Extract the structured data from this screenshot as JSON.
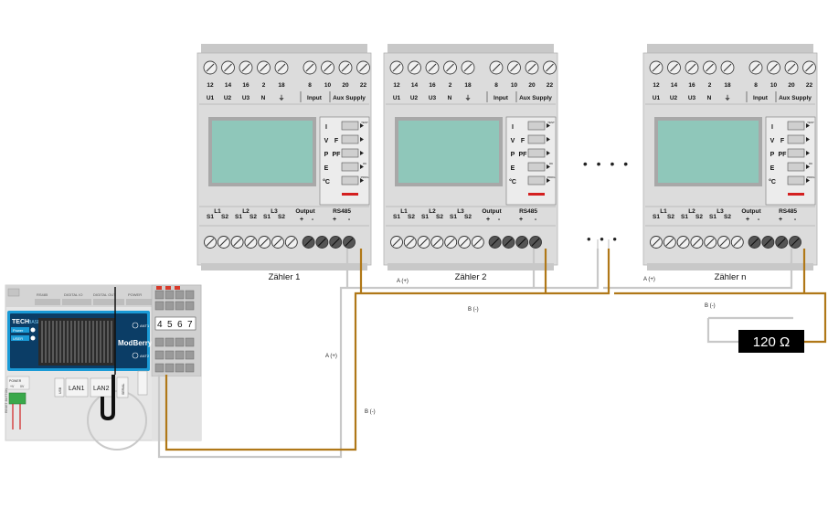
{
  "meter_labels": {
    "top_terms": [
      "12",
      "14",
      "16",
      "2",
      "18",
      "8",
      "10",
      "20",
      "22"
    ],
    "top_groups": [
      "U1",
      "U2",
      "U3",
      "N",
      "⏚",
      "Input",
      "Aux Supply"
    ],
    "buttons": [
      {
        "left": "I",
        "right": "",
        "small": "TEST"
      },
      {
        "left": "V",
        "right": "F",
        "small": ""
      },
      {
        "left": "P",
        "right": "PF",
        "small": ""
      },
      {
        "left": "E",
        "right": "",
        "small": "OK"
      },
      {
        "left": "°C",
        "right": "",
        "small": "PROG"
      }
    ],
    "bottom_groups": [
      "S1",
      "L1",
      "S2",
      "S1",
      "L2",
      "S2",
      "S1",
      "L3",
      "S2",
      "Output",
      "RS485"
    ],
    "bottom_signs": [
      "+",
      "-",
      "+",
      "-"
    ]
  },
  "meters": [
    {
      "name": "Zähler 1"
    },
    {
      "name": "Zähler 2"
    },
    {
      "name": "Zähler n"
    }
  ],
  "ellipsis": {
    "upper": "• • • •",
    "lower": "• • •"
  },
  "wire_labels": {
    "a_plus": "A (+)",
    "b_minus": "B (-)"
  },
  "terminator": {
    "label": "120 Ω"
  },
  "gateway": {
    "brand": "TECH",
    "brand_sub": "BASE",
    "product": "ModBerry",
    "leds": [
      "Power",
      "USER"
    ],
    "ports": [
      "LAN1",
      "LAN2"
    ],
    "port_small": [
      "USB",
      "RS485",
      "DIGITAL IO",
      "DIGITAL OUT",
      "POWER"
    ],
    "side_labels": [
      "ANT1",
      "ANT2"
    ],
    "terminal_numbers": [
      "4",
      "5",
      "6",
      "7"
    ],
    "power_labels": [
      "POWER",
      "+V",
      "0V"
    ],
    "reset_label": "RESET BUTTON",
    "serial_label": "SERIAL"
  },
  "colors": {
    "wire_a": "#c8c8c8",
    "wire_b": "#b07818",
    "meter_body": "#dcdcdc",
    "lcd": "#8fc7ba",
    "gateway_blue": "#1a9ad6"
  }
}
